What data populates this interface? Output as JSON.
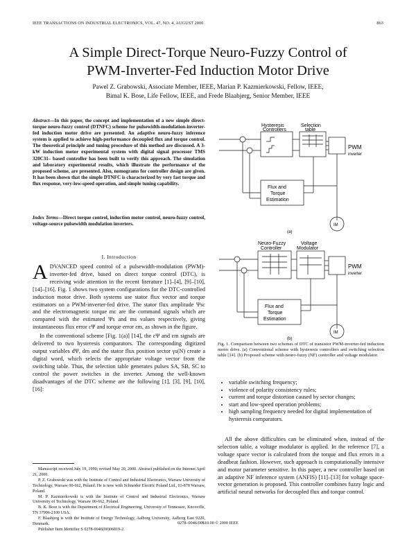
{
  "header": {
    "journal": "IEEE TRANSACTIONS ON INDUSTRIAL ELECTRONICS, VOL. 47, NO. 4, AUGUST 2000",
    "page": "863"
  },
  "title": {
    "line1": "A Simple Direct-Torque Neuro-Fuzzy Control of",
    "line2": "PWM-Inverter-Fed Induction Motor Drive"
  },
  "authors": {
    "line1": "Pawel Z. Grabowski, Associate Member, IEEE, Marian P. Kazmierkowski, Fellow, IEEE,",
    "line2": "Bimal K. Bose, Life Fellow, IEEE, and Frede Blaabjerg, Senior Member, IEEE"
  },
  "abstract": {
    "label": "Abstract—",
    "text": "In this paper, the concept and implementation of a new simple direct-torque neuro-fuzzy control (DTNFC) scheme for pulsewidth-modulation-inverter-fed induction motor drive are presented. An adaptive neuro-fuzzy inference system is applied to achieve high-performance decoupled flux and torque control. The theoretical principle and tuning procedure of this method are discussed. A 3-kW induction motor experimental system with digital signal processor TMS 320C31– based controller has been built to verify this approach. The simulation and laboratory experimental results, which illustrate the performance of the proposed scheme, are presented. Also, nomograms for controller design are given. It has been shown that the simple DTNFC is characterized by very fast torque and flux response, very-low-speed operation, and simple tuning capability."
  },
  "index_terms": {
    "label": "Index Terms—",
    "text": "Direct torque control, induction motor control, neuro-fuzzy control, voltage-source pulsewidth modulation inverters."
  },
  "section1": {
    "heading": "I. Introduction",
    "dropcap": "A",
    "para1": "DVANCED speed control of a pulsewidth-modulation (PWM)-inverter-fed drive, based on direct torque control (DTC), is receiving wide attention in the recent literature [1]–[4], [9]–[10], [14]–[16]. Fig. 1 shows two system configurations for the DTC-controlled induction motor drive. Both systems use stator flux vector and torque estimators on a PWM-inverter-fed drive. The stator flux amplitude Ψsc and the electromagnetic torque mc are the command signals which are compared with the estimated Ψs and ms values respectively, giving instantaneous flux error εΨ and torque error εm, as shown in the figure.",
    "para2": "In the conventional scheme [Fig. 1(a)] [14], the εΨ and εm signals are delivered to two hysteresis comparators. The corresponding digitized output variables dΨ, dm and the stator flux position sector γs(N) create a digital word, which selects the appropriate voltage vector from the switching table. Thus, the selection table generates pulses SA, SB, SC to control the power switches in the inverter. Among the well-known disadvantages of the DTC scheme are the following [1], [3], [9], [10], [16]:"
  },
  "footnotes": {
    "f1": "Manuscript received July 19, 1999; revised May 20, 2000. Abstract published on the Internet April 21, 2000.",
    "f2": "P. Z. Grabowski was with the Institute of Control and Industrial Electronics, Warsaw University of Technology, Warsaw 00-662, Poland. He is now with Schneider Electric Poland Ltd., 03-878 Warsaw, Poland.",
    "f3": "M. P. Kazmierkowski is with the Institute of Control and Industrial Electronics, Warsaw University of Technology, Warsaw 00-662, Poland.",
    "f4": "B. K. Bose is with the Department of Electrical Engineering, University of Tennessee, Knoxville, TN 37996-2100 USA.",
    "f5": "F. Blaabjerg is with the Institute of Energy Technology, Aalborg University, Aalborg East 9220, Denmark.",
    "f6": "Publisher Item Identifier S 0278-0046(00)06819-2."
  },
  "figure_a": {
    "hysteresis": "Hysteresis",
    "controllers": "Controllers",
    "selection": "Selection",
    "table": "table",
    "pwm": "PWM",
    "inverter": "inverter",
    "flux_and": "Flux and",
    "torque": "Torque",
    "estimation": "Estimation",
    "motor": "IM",
    "label": "(a)"
  },
  "figure_b": {
    "neuro_fuzzy": "Neuro-Fuzzy",
    "controller": "Controller",
    "voltage": "Voltage",
    "modulator": "Modulator",
    "pwm": "PWM",
    "inverter": "inverter",
    "flux_and": "Flux and",
    "torque": "Torque",
    "estimation": "Estimation",
    "motor": "IM",
    "label": "(b)"
  },
  "caption": "Fig. 1. Comparison between two schemes of DTC of transistor PWM-inverter-fed induction motor drive. (a) Conventional scheme with hysteresis controllers and switching selection table [14]. (b) Proposed scheme with neuro-fuzzy (NF) controller and voltage modulator.",
  "bullets": [
    "variable switching frequency;",
    "violence of polarity consistency rules;",
    "current and torque distortion caused by sector changes;",
    "start and low-speed operation problems;",
    "high sampling frequency needed for digital implementation of hysteresis comparators."
  ],
  "para_right": "All the above difficulties can be eliminated when, instead of the selection table, a voltage modulator is applied. In the reference [7], a voltage space vector is calculated from the torque and flux errors in a deadbeat fashion. However, such approach is computationally intensive and motor parameter sensitive. In this paper, a new controller based on an adaptive NF inference system (ANFIS) [11]–[13] for voltage space-vector generation is proposed. This controller combines fuzzy logic and artificial neural networks for decoupled flux and torque control.",
  "footer": "0278–0046/00$10.00 © 2000 IEEE"
}
